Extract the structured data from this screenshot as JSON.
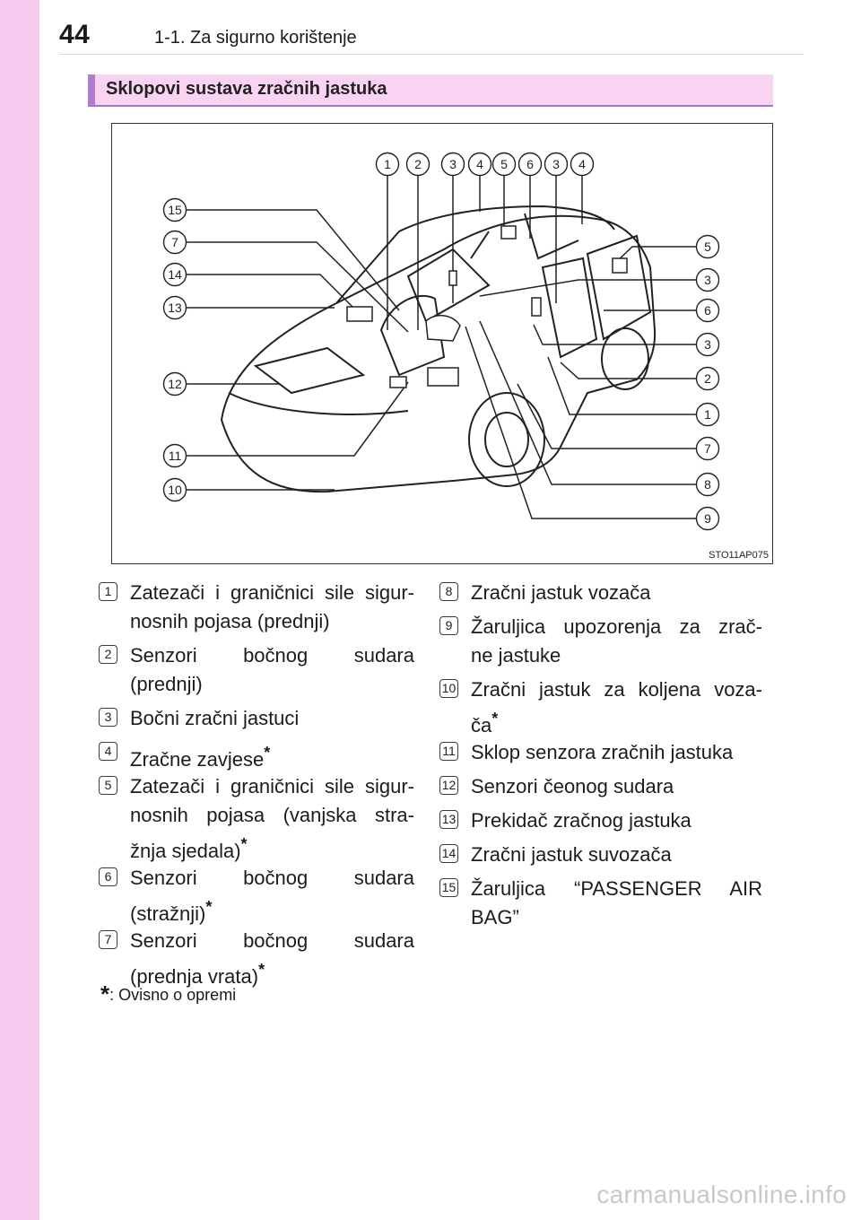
{
  "page": {
    "number": "44",
    "running_header": "1-1. Za sigurno korištenje",
    "section_title": "Sklopovi sustava zračnih jastuka",
    "figure_code": "STO11AP075",
    "watermark": "carmanualsonline.info"
  },
  "figure": {
    "top_callouts": [
      "1",
      "2",
      "3",
      "4",
      "5",
      "6",
      "3",
      "4"
    ],
    "left_callouts": [
      "15",
      "7",
      "14",
      "13",
      "12",
      "11",
      "10"
    ],
    "right_callouts": [
      "5",
      "3",
      "6",
      "3",
      "2",
      "1",
      "7",
      "8",
      "9"
    ]
  },
  "legend_left": [
    {
      "num": "1",
      "lines": [
        "Zatezači i graničnici sile sigur-",
        "nosnih pojasa (prednji)"
      ],
      "star": false
    },
    {
      "num": "2",
      "lines": [
        "Senzori bočnog sudara",
        "(prednji)"
      ],
      "star": false
    },
    {
      "num": "3",
      "lines": [
        "Bočni zračni jastuci"
      ],
      "star": false
    },
    {
      "num": "4",
      "lines": [
        "Zračne zavjese"
      ],
      "star": true
    },
    {
      "num": "5",
      "lines": [
        "Zatezači i graničnici sile sigur-",
        "nosnih pojasa (vanjska stra-",
        "žnja sjedala)"
      ],
      "star": true
    },
    {
      "num": "6",
      "lines": [
        "Senzori bočnog sudara",
        "(stražnji)"
      ],
      "star": true
    },
    {
      "num": "7",
      "lines": [
        "Senzori bočnog sudara",
        "(prednja vrata)"
      ],
      "star": true
    }
  ],
  "legend_right": [
    {
      "num": "8",
      "lines": [
        "Zračni jastuk vozača"
      ],
      "star": false
    },
    {
      "num": "9",
      "lines": [
        "Žaruljica upozorenja za zrač-",
        "ne jastuke"
      ],
      "star": false
    },
    {
      "num": "10",
      "lines": [
        "Zračni jastuk za koljena voza-",
        "ča"
      ],
      "star": true
    },
    {
      "num": "11",
      "lines": [
        "Sklop senzora zračnih jastuka"
      ],
      "star": false
    },
    {
      "num": "12",
      "lines": [
        "Senzori čeonog sudara"
      ],
      "star": false
    },
    {
      "num": "13",
      "lines": [
        "Prekidač zračnog jastuka"
      ],
      "star": false
    },
    {
      "num": "14",
      "lines": [
        "Zračni jastuk suvozača"
      ],
      "star": false
    },
    {
      "num": "15",
      "lines": [
        "Žaruljica “PASSENGER AIR",
        "BAG”"
      ],
      "star": false
    }
  ],
  "footnote": {
    "star": "*",
    "text": ": Ovisno o opremi"
  },
  "colors": {
    "side_strip": "#f6c9ee",
    "section_bar": "#f8d4f2",
    "section_accent": "#b07ccc"
  }
}
